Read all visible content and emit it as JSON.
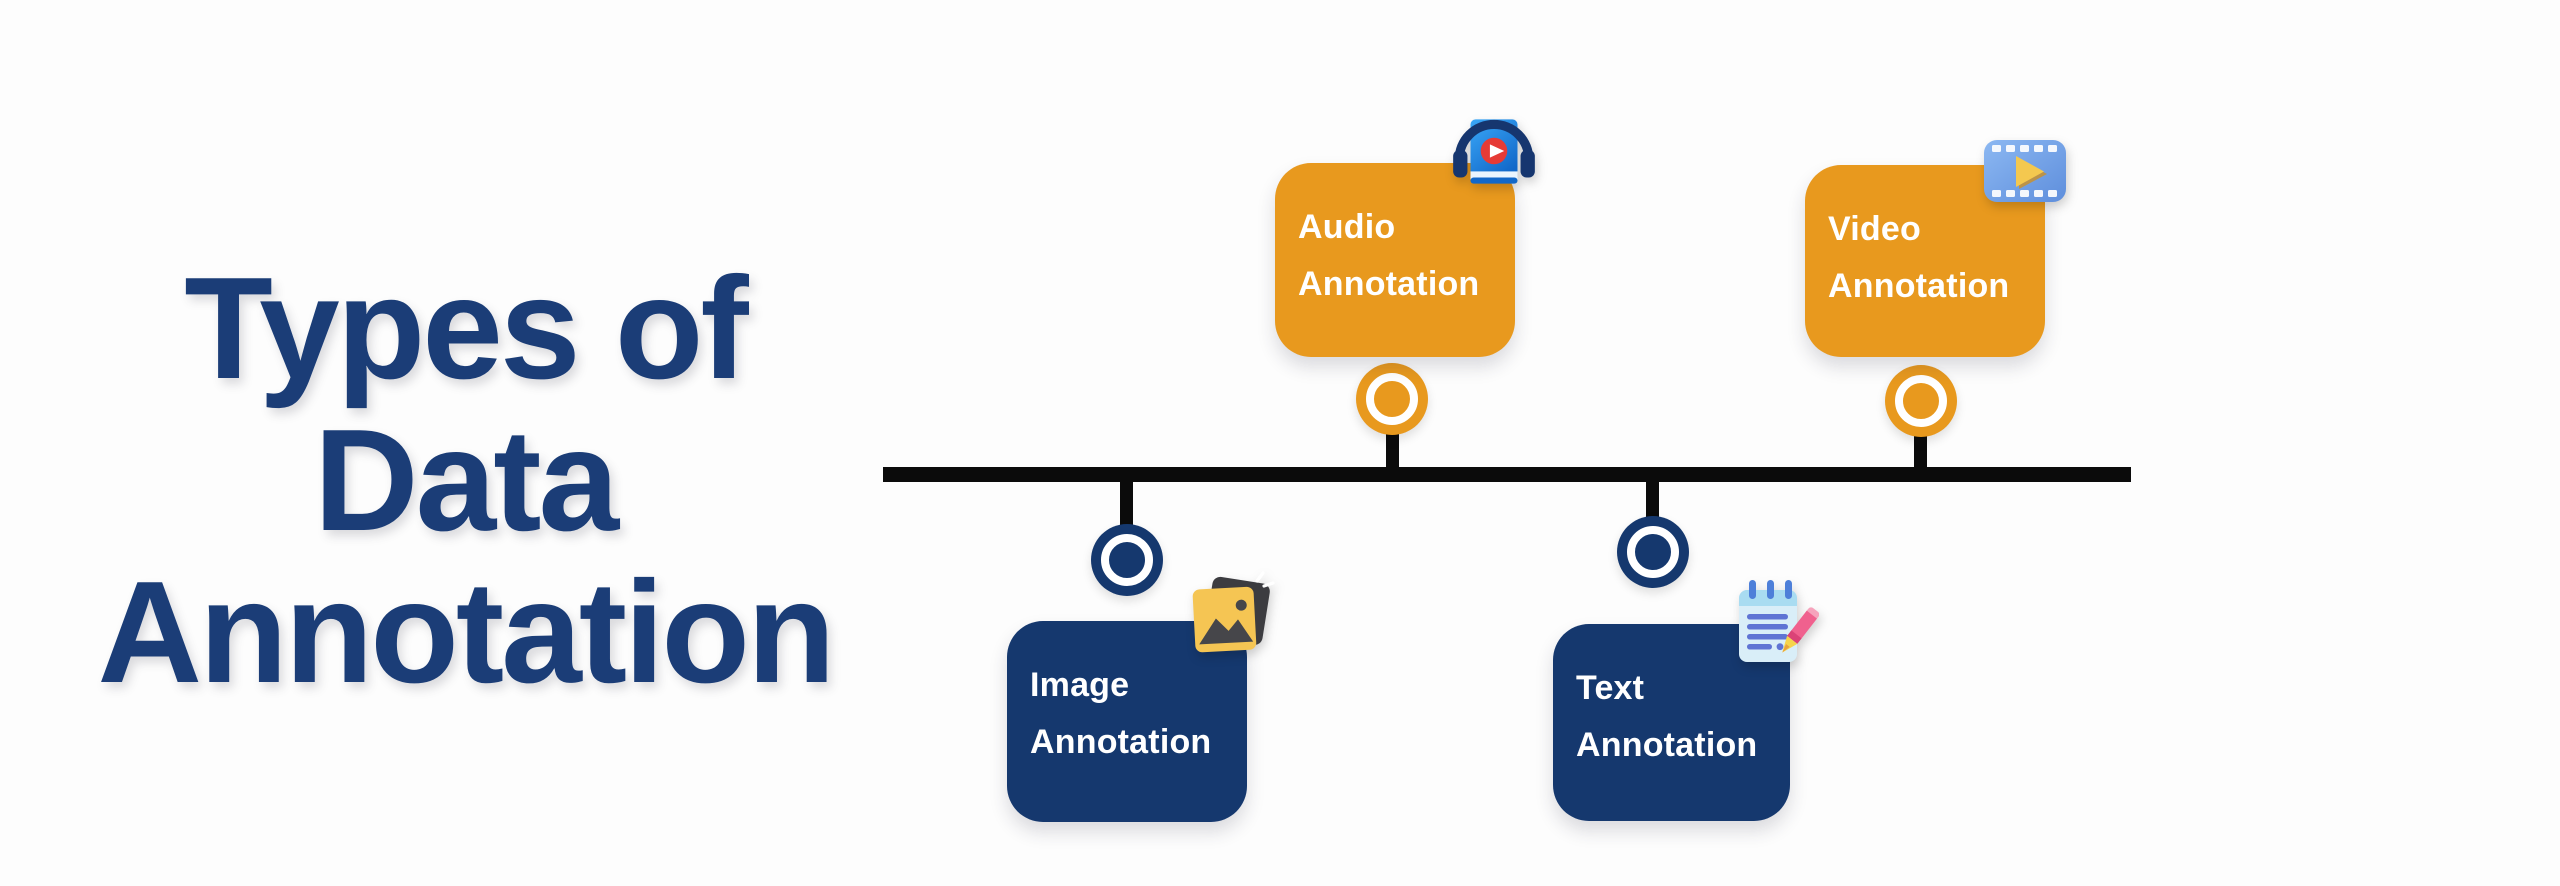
{
  "title": {
    "lines": [
      "Types of",
      "Data",
      "Annotation"
    ]
  },
  "timeline": {
    "items": [
      {
        "id": "audio",
        "side": "top",
        "label_line1": "Audio",
        "label_line2": "Annotation",
        "color": "#E8991E",
        "icon": "audiobook-headphones-icon"
      },
      {
        "id": "video",
        "side": "top",
        "label_line1": "Video",
        "label_line2": "Annotation",
        "color": "#E8991E",
        "icon": "film-play-icon"
      },
      {
        "id": "image",
        "side": "bottom",
        "label_line1": "Image",
        "label_line2": "Annotation",
        "color": "#15386E",
        "icon": "photo-stack-icon"
      },
      {
        "id": "text",
        "side": "bottom",
        "label_line1": "Text",
        "label_line2": "Annotation",
        "color": "#15386E",
        "icon": "notepad-pencil-icon"
      }
    ]
  },
  "colors": {
    "accent_orange": "#E8991E",
    "accent_navy": "#15386E",
    "title_text": "#1B3D77",
    "timeline_line": "#0B0B0B",
    "label_text": "#FFFFFF",
    "background": "#FDFDFD"
  }
}
